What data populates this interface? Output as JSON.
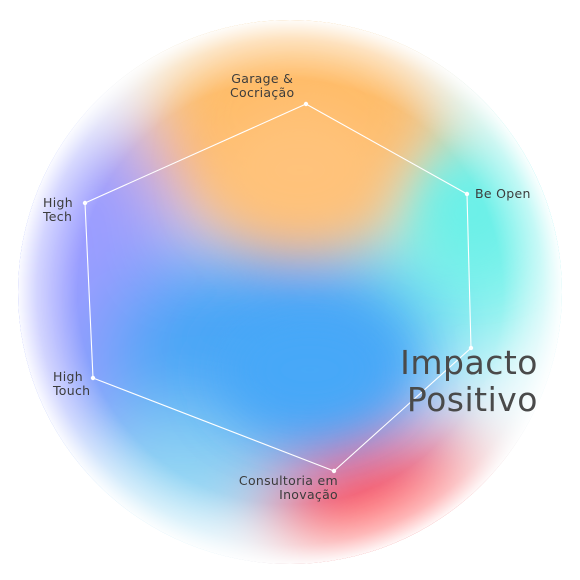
{
  "diagram": {
    "center_title": [
      "Impacto",
      "Positivo"
    ],
    "nodes": [
      {
        "id": "garage",
        "lines": [
          "Garage &",
          "Cocriação"
        ]
      },
      {
        "id": "be-open",
        "lines": [
          "Be Open"
        ]
      },
      {
        "id": "high-tech",
        "lines": [
          "High",
          "Tech"
        ]
      },
      {
        "id": "high-touch",
        "lines": [
          "High",
          "Touch"
        ]
      },
      {
        "id": "consultoria",
        "lines": [
          "Consultoria em",
          "Inovação"
        ]
      }
    ],
    "colors": {
      "orange": "#ffb55c",
      "cyan": "#5ff0e6",
      "purple": "#8f95ff",
      "blue": "#3aa2f5",
      "red": "#ff5050",
      "line": "#ffffff",
      "text": "#3c3c3c"
    }
  }
}
